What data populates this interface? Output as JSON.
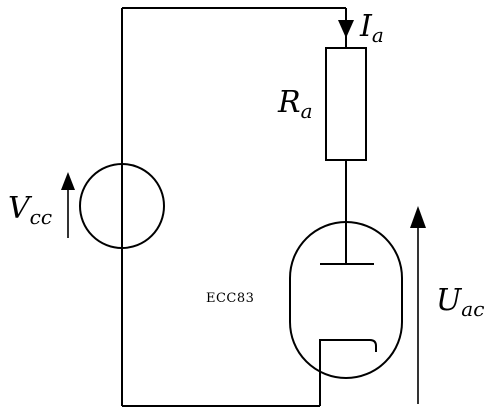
{
  "labels": {
    "vcc_main": "V",
    "vcc_sub": "cc",
    "ia_main": "I",
    "ia_sub": "a",
    "ra_main": "R",
    "ra_sub": "a",
    "uac_main": "U",
    "uac_sub": "ac",
    "tube": "ECC83"
  }
}
